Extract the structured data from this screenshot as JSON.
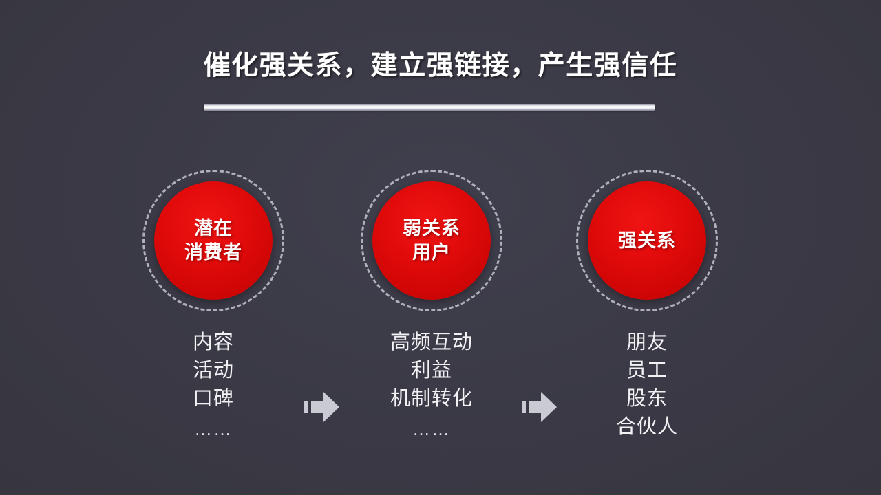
{
  "slide": {
    "background_color": "#3b3a47",
    "accent_color": "#dd0b0b",
    "text_color": "#f2f2f5",
    "title": "催化强关系，建立强链接，产生强信任"
  },
  "flow": {
    "nodes": [
      {
        "id": "potential-consumer",
        "label": "潜在\n消费者"
      },
      {
        "id": "weak-tie-user",
        "label": "弱关系\n用户"
      },
      {
        "id": "strong-tie",
        "label": "强关系"
      }
    ],
    "arrows": [
      {
        "id": "arrow-1",
        "direction": "right"
      },
      {
        "id": "arrow-2",
        "direction": "right"
      }
    ]
  },
  "lists": [
    {
      "id": "potential-consumer-methods",
      "items": [
        "内容",
        "活动",
        "口碑",
        "……"
      ]
    },
    {
      "id": "weak-tie-methods",
      "items": [
        "高频互动",
        "利益",
        "机制转化",
        "……"
      ]
    },
    {
      "id": "strong-tie-roles",
      "items": [
        "朋友",
        "员工",
        "股东",
        "合伙人"
      ]
    }
  ]
}
